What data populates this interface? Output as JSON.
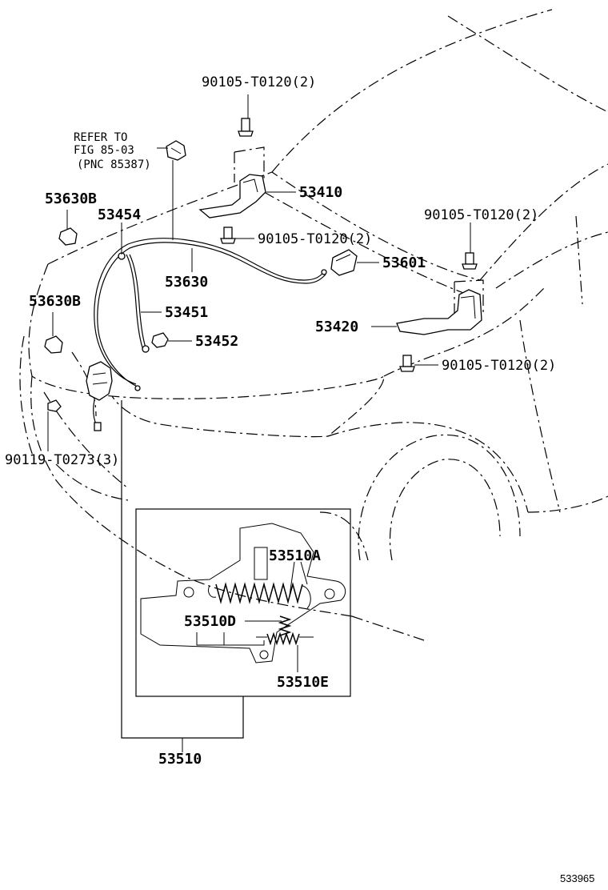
{
  "labels": {
    "bolt_hinge_top": "90105-T0120(2)",
    "refer_line1": "REFER TO",
    "refer_line2": "FIG 85-03",
    "refer_line3": "(PNC 85387)",
    "clip_upper": "53630B",
    "rod_support": "53454",
    "hinge_left": "53410",
    "bolt_hinge_left_lower": "90105-T0120(2)",
    "bolt_hinge_right_top": "90105-T0120(2)",
    "release_cable": "53630",
    "lever_53601": "53601",
    "clip_lower": "53630B",
    "prop_rod": "53451",
    "hinge_right": "53420",
    "rod_holder": "53452",
    "bolt_hinge_right_lower": "90105-T0120(2)",
    "bolt_lock": "90119-T0273(3)",
    "spring_a": "53510A",
    "spring_d": "53510D",
    "spring_e": "53510E",
    "lock_assy": "53510",
    "footer_code": "533965"
  }
}
